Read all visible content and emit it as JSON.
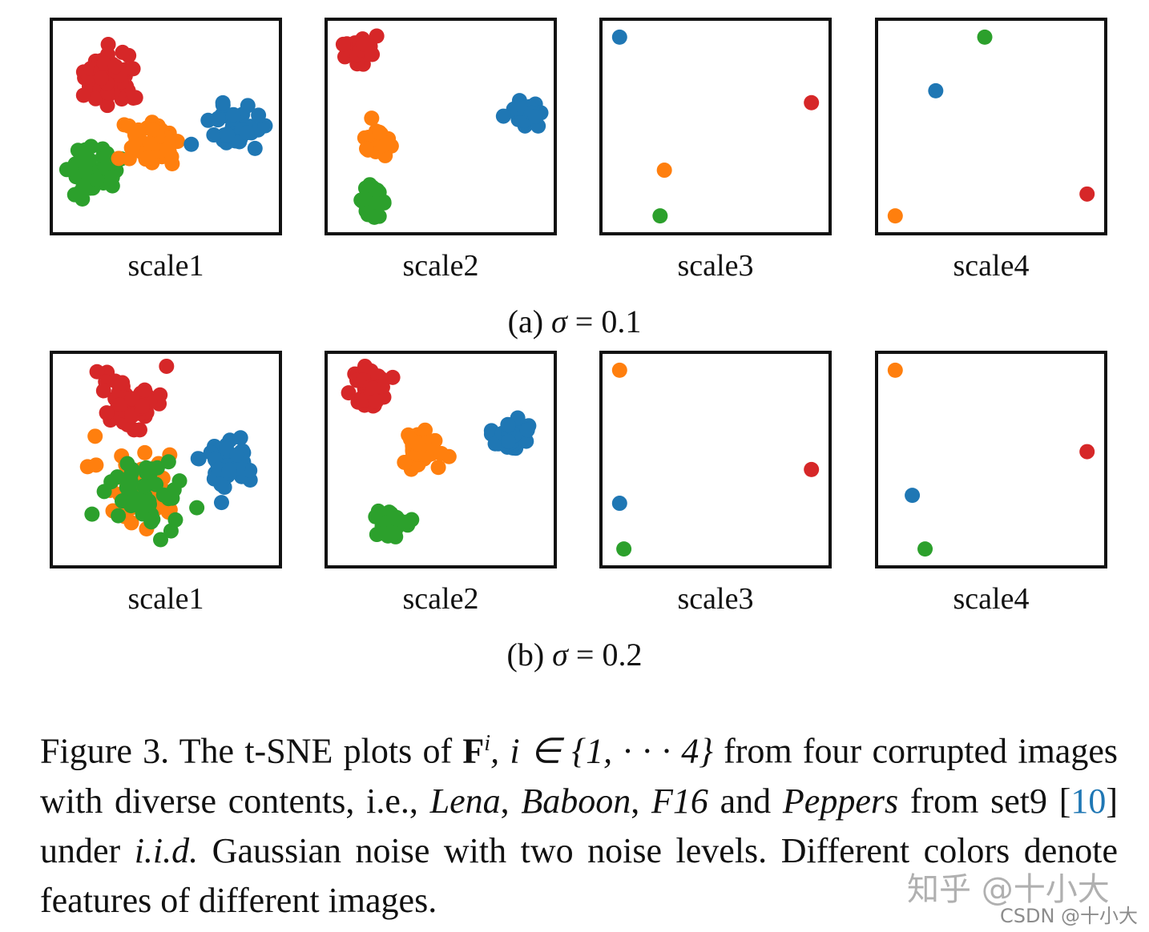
{
  "colors": {
    "red": "#d62728",
    "blue": "#1f77b4",
    "orange": "#ff7f0e",
    "green": "#2ca02c"
  },
  "rows": [
    {
      "caption_prefix": "(a)",
      "sigma_symbol": "σ",
      "equals": "=",
      "sigma_value": "0.1"
    },
    {
      "caption_prefix": "(b)",
      "sigma_symbol": "σ",
      "equals": "=",
      "sigma_value": "0.2"
    }
  ],
  "panel_labels": [
    "scale1",
    "scale2",
    "scale3",
    "scale4"
  ],
  "chart_data": [
    {
      "type": "scatter",
      "row": "a",
      "panel": "scale1",
      "series": [
        {
          "color": "red",
          "cluster": true,
          "center": [
            0.25,
            0.26
          ],
          "spread": 0.12,
          "count": 55
        },
        {
          "color": "green",
          "cluster": true,
          "center": [
            0.15,
            0.7
          ],
          "spread": 0.12,
          "count": 45
        },
        {
          "color": "orange",
          "cluster": true,
          "center": [
            0.43,
            0.59
          ],
          "spread": 0.12,
          "count": 45
        },
        {
          "color": "blue",
          "cluster": true,
          "center": [
            0.83,
            0.52
          ],
          "spread": 0.11,
          "count": 45
        }
      ]
    },
    {
      "type": "scatter",
      "row": "a",
      "panel": "scale2",
      "series": [
        {
          "color": "red",
          "cluster": true,
          "center": [
            0.11,
            0.11
          ],
          "spread": 0.06,
          "count": 30
        },
        {
          "color": "blue",
          "cluster": true,
          "center": [
            0.89,
            0.44
          ],
          "spread": 0.06,
          "count": 30
        },
        {
          "color": "orange",
          "cluster": true,
          "center": [
            0.21,
            0.57
          ],
          "spread": 0.06,
          "count": 30
        },
        {
          "color": "green",
          "cluster": true,
          "center": [
            0.18,
            0.88
          ],
          "spread": 0.06,
          "count": 30
        }
      ]
    },
    {
      "type": "scatter",
      "row": "a",
      "panel": "scale3",
      "series": [
        {
          "color": "blue",
          "points": [
            [
              0.05,
              0.05
            ]
          ]
        },
        {
          "color": "red",
          "points": [
            [
              0.95,
              0.38
            ]
          ]
        },
        {
          "color": "orange",
          "points": [
            [
              0.26,
              0.72
            ]
          ]
        },
        {
          "color": "green",
          "points": [
            [
              0.24,
              0.95
            ]
          ]
        }
      ]
    },
    {
      "type": "scatter",
      "row": "a",
      "panel": "scale4",
      "series": [
        {
          "color": "green",
          "points": [
            [
              0.47,
              0.05
            ]
          ]
        },
        {
          "color": "blue",
          "points": [
            [
              0.24,
              0.32
            ]
          ]
        },
        {
          "color": "red",
          "points": [
            [
              0.95,
              0.84
            ]
          ]
        },
        {
          "color": "orange",
          "points": [
            [
              0.05,
              0.95
            ]
          ]
        }
      ]
    },
    {
      "type": "scatter",
      "row": "b",
      "panel": "scale1",
      "series": [
        {
          "color": "red",
          "cluster": true,
          "center": [
            0.33,
            0.2
          ],
          "spread": 0.14,
          "count": 45
        },
        {
          "color": "blue",
          "cluster": true,
          "center": [
            0.79,
            0.5
          ],
          "spread": 0.12,
          "count": 45
        },
        {
          "color": "orange",
          "cluster": true,
          "center": [
            0.38,
            0.62
          ],
          "spread": 0.17,
          "count": 45
        },
        {
          "color": "green",
          "cluster": true,
          "center": [
            0.42,
            0.68
          ],
          "spread": 0.17,
          "count": 50
        }
      ]
    },
    {
      "type": "scatter",
      "row": "b",
      "panel": "scale2",
      "series": [
        {
          "color": "red",
          "cluster": true,
          "center": [
            0.17,
            0.16
          ],
          "spread": 0.08,
          "count": 40
        },
        {
          "color": "orange",
          "cluster": true,
          "center": [
            0.4,
            0.45
          ],
          "spread": 0.08,
          "count": 40
        },
        {
          "color": "blue",
          "cluster": true,
          "center": [
            0.83,
            0.37
          ],
          "spread": 0.08,
          "count": 40
        },
        {
          "color": "green",
          "cluster": true,
          "center": [
            0.27,
            0.83
          ],
          "spread": 0.08,
          "count": 40
        }
      ]
    },
    {
      "type": "scatter",
      "row": "b",
      "panel": "scale3",
      "series": [
        {
          "color": "orange",
          "points": [
            [
              0.05,
              0.05
            ]
          ]
        },
        {
          "color": "red",
          "points": [
            [
              0.95,
              0.55
            ]
          ]
        },
        {
          "color": "blue",
          "points": [
            [
              0.05,
              0.72
            ]
          ]
        },
        {
          "color": "green",
          "points": [
            [
              0.07,
              0.95
            ]
          ]
        }
      ]
    },
    {
      "type": "scatter",
      "row": "b",
      "panel": "scale4",
      "series": [
        {
          "color": "orange",
          "points": [
            [
              0.05,
              0.05
            ]
          ]
        },
        {
          "color": "red",
          "points": [
            [
              0.95,
              0.46
            ]
          ]
        },
        {
          "color": "blue",
          "points": [
            [
              0.13,
              0.68
            ]
          ]
        },
        {
          "color": "green",
          "points": [
            [
              0.19,
              0.95
            ]
          ]
        }
      ]
    }
  ],
  "figure_caption": {
    "lead": "Figure 3.  The t-SNE plots of ",
    "bold_symbol": "F",
    "superscript": "i",
    "math_tail": ", i ∈ {1, · · · 4}",
    "text1": " from four corrupted images with diverse contents, i.e., ",
    "img1": "Lena",
    "sep1": ", ",
    "img2": "Baboon",
    "sep2": ", ",
    "img3": "F16",
    "text2": " and ",
    "img4": "Peppers",
    "text3": " from set9 [",
    "ref": "10",
    "text4": "] under ",
    "iid": "i.i.d.",
    "text5": " Gaussian noise with two noise levels. Different colors denote features of different images."
  },
  "watermarks": {
    "zhihu": "知乎 @十小大",
    "csdn": "CSDN @十小大"
  }
}
